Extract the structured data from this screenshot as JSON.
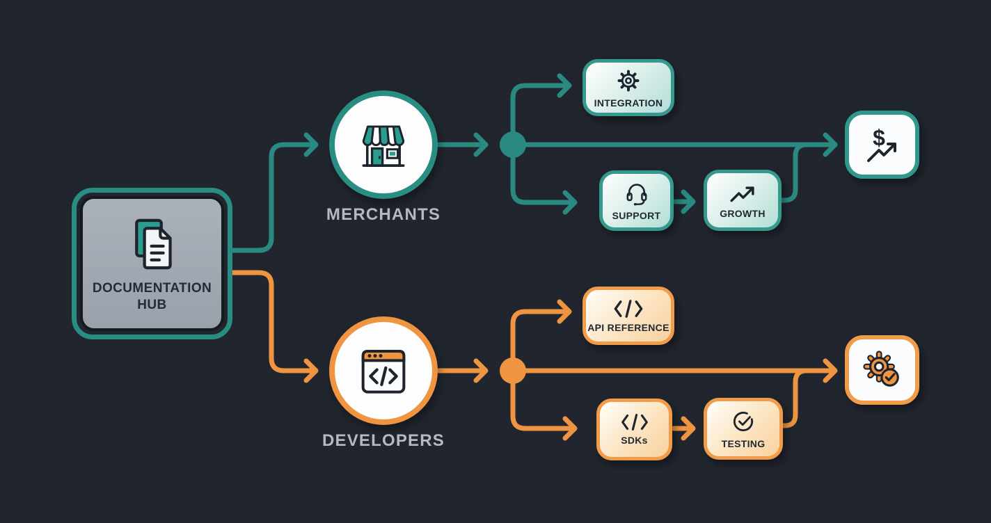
{
  "diagram_title": "Documentation hub flow diagram",
  "root": {
    "title_line1": "DOCUMENTATION",
    "title_line2": "HUB",
    "icon": "documents-icon"
  },
  "branches": {
    "merchants": {
      "label": "MERCHANTS",
      "icon": "storefront-icon",
      "children": {
        "integration": {
          "label": "INTEGRATION",
          "icon": "gear-icon"
        },
        "support": {
          "label": "SUPPORT",
          "icon": "headset-icon"
        },
        "growth": {
          "label": "GROWTH",
          "icon": "trend-up-icon"
        }
      },
      "endpoint_icon": "dollar-growth-icon"
    },
    "developers": {
      "label": "DEVELOPERS",
      "icon": "code-window-icon",
      "children": {
        "api_reference": {
          "label": "API REFERENCE",
          "icon": "code-icon"
        },
        "sdks": {
          "label": "SDKs",
          "icon": "code-icon"
        },
        "testing": {
          "label": "TESTING",
          "icon": "check-circle-icon"
        }
      },
      "endpoint_icon": "gear-check-icon"
    }
  },
  "icons": {
    "dollar_glyph": "$"
  },
  "colors": {
    "background": "#21262e",
    "teal_line": "#2a8a81",
    "teal_border": "#36998d",
    "orange_line": "#ef9541",
    "orange_border": "#f09c4a",
    "hub_fill": "#a0a7b0",
    "node_fill": "#fdfdfe",
    "label_muted": "#b4bac3",
    "label_dark": "#1e2732",
    "icon_outline": "#1d242e"
  }
}
